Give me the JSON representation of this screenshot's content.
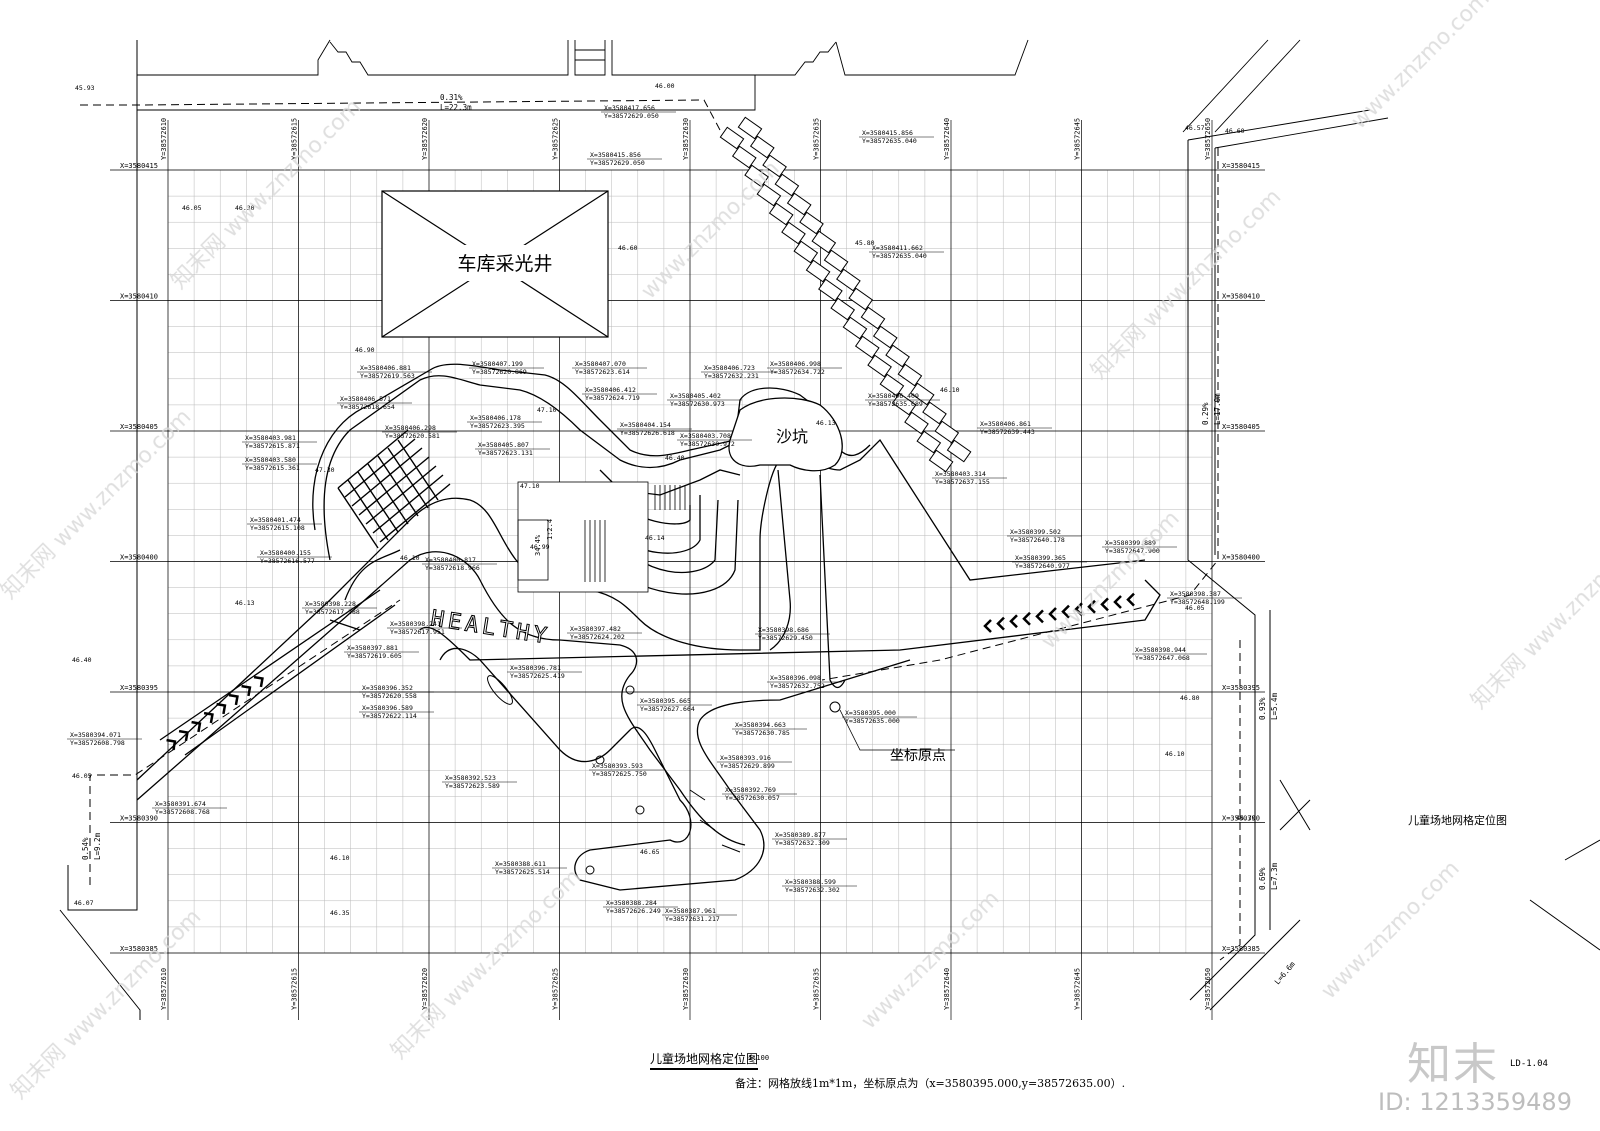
{
  "drawing": {
    "title": "儿童场地网格定位图",
    "scale": "1:100",
    "note": "备注：网格放线1m*1m，坐标原点为（x=3580395.000,y=38572635.00）.",
    "side_title": "儿童场地网格定位图",
    "sheet_no": "LD-1.04"
  },
  "watermark": {
    "brand": "知末",
    "image_id": "ID: 1213359489",
    "site": "www.znzmo.com",
    "site_cn": "知末网"
  },
  "labels": {
    "skylight": "车库采光井",
    "sandpit": "沙坑",
    "origin": "坐标原点",
    "healthy": "HEALTHY"
  },
  "grid": {
    "x_lines": [
      "X=3580415",
      "X=3580410",
      "X=3580405",
      "X=3580400",
      "X=3580395",
      "X=3580390",
      "X=3580385"
    ],
    "y_lines": [
      "Y=38572610",
      "Y=38572615",
      "Y=38572620",
      "Y=38572625",
      "Y=38572630",
      "Y=38572635",
      "Y=38572640",
      "Y=38572645",
      "Y=38572650"
    ]
  },
  "slopes": [
    {
      "pct": "0.31%",
      "len": "L=22.3m"
    },
    {
      "pct": "0.54%",
      "len": "L=9.2m"
    },
    {
      "pct": "0.29%",
      "len": "L=17.0m"
    },
    {
      "pct": "0.93%",
      "len": "L=5.4m"
    },
    {
      "pct": "0.69%",
      "len": "L=7.3m"
    },
    {
      "pct": "L=6.6m",
      "len": ""
    }
  ],
  "elevations": [
    "45.93",
    "46.00",
    "46.05",
    "46.30",
    "46.60",
    "46.60",
    "46.90",
    "47.30",
    "47.10",
    "47.10",
    "46.99",
    "46.10",
    "46.13",
    "46.40",
    "46.05",
    "46.07",
    "46.10",
    "46.35",
    "46.65",
    "46.13",
    "46.80",
    "46.10",
    "46.70",
    "46.05",
    "46.10",
    "45.80",
    "46.40",
    "46.14",
    "46.57"
  ],
  "coords": [
    {
      "x": "X=3580417.656",
      "y": "Y=38572629.050"
    },
    {
      "x": "X=3580415.856",
      "y": "Y=38572629.050"
    },
    {
      "x": "X=3580415.856",
      "y": "Y=38572635.040"
    },
    {
      "x": "X=3580411.662",
      "y": "Y=38572635.040"
    },
    {
      "x": "X=3580406.881",
      "y": "Y=38572619.563"
    },
    {
      "x": "X=3580407.199",
      "y": "Y=38572620.869"
    },
    {
      "x": "X=3580407.070",
      "y": "Y=38572623.614"
    },
    {
      "x": "X=3580406.412",
      "y": "Y=38572624.719"
    },
    {
      "x": "X=3580406.723",
      "y": "Y=38572632.231"
    },
    {
      "x": "X=3580406.998",
      "y": "Y=38572634.722"
    },
    {
      "x": "X=3580406.571",
      "y": "Y=38572618.654"
    },
    {
      "x": "X=3580406.298",
      "y": "Y=38572620.581"
    },
    {
      "x": "X=3580406.178",
      "y": "Y=38572623.395"
    },
    {
      "x": "X=3580405.402",
      "y": "Y=38572630.973"
    },
    {
      "x": "X=3580406.409",
      "y": "Y=38572635.689"
    },
    {
      "x": "X=3580404.154",
      "y": "Y=38572626.618"
    },
    {
      "x": "X=3580403.708",
      "y": "Y=38572630.972"
    },
    {
      "x": "X=3580406.861",
      "y": "Y=38572639.443"
    },
    {
      "x": "X=3580403.981",
      "y": "Y=38572615.871"
    },
    {
      "x": "X=3580403.580",
      "y": "Y=38572615.361"
    },
    {
      "x": "X=3580405.807",
      "y": "Y=38572623.131"
    },
    {
      "x": "X=3580403.314",
      "y": "Y=38572637.155"
    },
    {
      "x": "X=3580401.474",
      "y": "Y=38572615.108"
    },
    {
      "x": "X=3580400.155",
      "y": "Y=38572616.577"
    },
    {
      "x": "X=3580400.817",
      "y": "Y=38572618.966"
    },
    {
      "x": "X=3580399.502",
      "y": "Y=38572640.178"
    },
    {
      "x": "X=3580399.889",
      "y": "Y=38572647.900"
    },
    {
      "x": "X=3580399.365",
      "y": "Y=38572640.977"
    },
    {
      "x": "X=3580398.387",
      "y": "Y=38572648.199"
    },
    {
      "x": "X=3580398.944",
      "y": "Y=38572647.068"
    },
    {
      "x": "X=3580398.228",
      "y": "Y=38572617.288"
    },
    {
      "x": "X=3580398.241",
      "y": "Y=38572617.951"
    },
    {
      "x": "X=3580397.881",
      "y": "Y=38572619.605"
    },
    {
      "x": "X=3580397.482",
      "y": "Y=38572624.202"
    },
    {
      "x": "X=3580398.686",
      "y": "Y=38572629.450"
    },
    {
      "x": "X=3580396.781",
      "y": "Y=38572625.419"
    },
    {
      "x": "X=3580396.352",
      "y": "Y=38572620.558"
    },
    {
      "x": "X=3580396.589",
      "y": "Y=38572622.114"
    },
    {
      "x": "X=3580396.098",
      "y": "Y=38572632.752"
    },
    {
      "x": "X=3580395.665",
      "y": "Y=38572627.664"
    },
    {
      "x": "X=3580395.000",
      "y": "Y=38572635.000"
    },
    {
      "x": "X=3580394.663",
      "y": "Y=38572630.785"
    },
    {
      "x": "X=3580394.071",
      "y": "Y=38572608.798"
    },
    {
      "x": "X=3580393.916",
      "y": "Y=38572629.899"
    },
    {
      "x": "X=3580393.593",
      "y": "Y=38572625.750"
    },
    {
      "x": "X=3580392.769",
      "y": "Y=38572630.057"
    },
    {
      "x": "X=3580392.523",
      "y": "Y=38572623.589"
    },
    {
      "x": "X=3580391.674",
      "y": "Y=38572608.768"
    },
    {
      "x": "X=3580389.877",
      "y": "Y=38572632.309"
    },
    {
      "x": "X=3580388.611",
      "y": "Y=38572625.514"
    },
    {
      "x": "X=3580388.599",
      "y": "Y=38572632.302"
    },
    {
      "x": "X=3580388.284",
      "y": "Y=38572626.249"
    },
    {
      "x": "X=3580387.961",
      "y": "Y=38572631.217"
    }
  ],
  "dimensions": [
    "34.4%",
    "1:2.4"
  ]
}
